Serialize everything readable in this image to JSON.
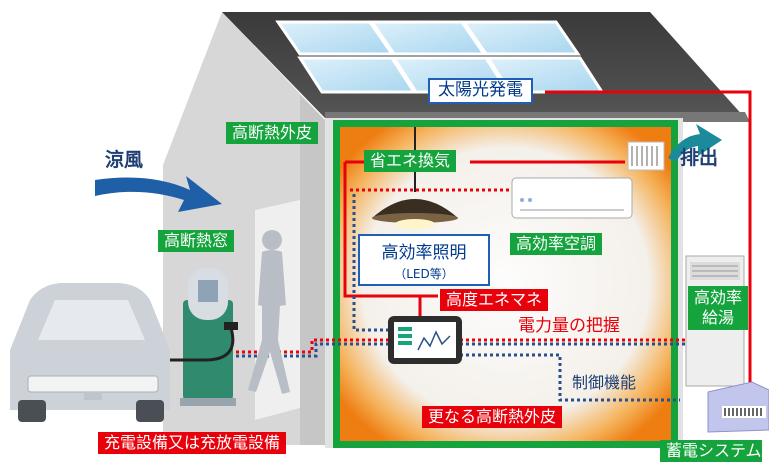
{
  "labels": {
    "solar": "太陽光発電",
    "envelope": "高断熱外皮",
    "ventilation": "省エネ換気",
    "exhaust": "排出",
    "breeze": "涼風",
    "window": "高断熱窓",
    "lighting": "高効率照明",
    "lighting_note": "（LED等）",
    "aircon": "高効率空調",
    "hems": "高度エネマネ",
    "power_monitor": "電力量の把握",
    "control": "制御機能",
    "water_heater_line1": "高効率",
    "water_heater_line2": "給湯",
    "envelope_more": "更なる高断熱外皮",
    "charger": "充電設備又は充放電設備",
    "battery": "蓄電システム"
  },
  "colors": {
    "green": "#14a33c",
    "red": "#e8000b",
    "blue_arrow": "#1f5fa8",
    "teal_arrow": "#1b8a9a",
    "navy_text": "#1f3f73",
    "dotted_line": "#2a4f8c",
    "orange_wall": "#f29a1e"
  },
  "icons": {
    "breeze": "curved-arrow-icon",
    "exhaust": "curved-arrow-icon",
    "lamp": "pendant-lamp-icon",
    "aircon": "air-conditioner-icon",
    "vent": "vent-grille-icon",
    "tablet": "hems-tablet-icon",
    "person": "person-silhouette-icon",
    "car": "car-icon",
    "charger": "ev-charger-icon",
    "water_heater": "water-heater-icon",
    "battery": "storage-battery-icon",
    "solar": "solar-panel-icon"
  }
}
